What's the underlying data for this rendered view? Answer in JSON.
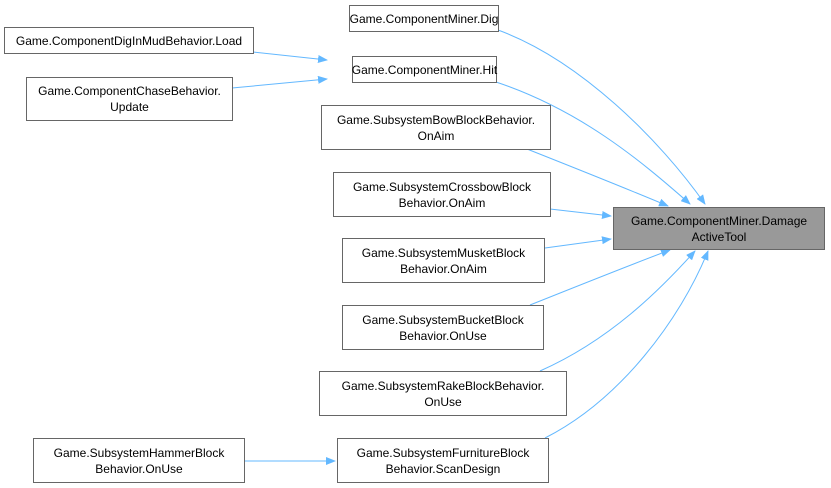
{
  "diagram": {
    "type": "call-graph",
    "edge_color": "#63b8ff",
    "target": {
      "id": "target",
      "label": "Game.ComponentMiner.Damage\nActiveTool",
      "fill": "#999999"
    },
    "nodes": [
      {
        "id": "dig",
        "label": "Game.ComponentMiner.Dig"
      },
      {
        "id": "load",
        "label": "Game.ComponentDigInMudBehavior.Load"
      },
      {
        "id": "hit",
        "label": "Game.ComponentMiner.Hit"
      },
      {
        "id": "chase",
        "label": "Game.ComponentChaseBehavior.\nUpdate"
      },
      {
        "id": "bow",
        "label": "Game.SubsystemBowBlockBehavior.\nOnAim"
      },
      {
        "id": "crossbow",
        "label": "Game.SubsystemCrossbowBlock\nBehavior.OnAim"
      },
      {
        "id": "musket",
        "label": "Game.SubsystemMusketBlock\nBehavior.OnAim"
      },
      {
        "id": "bucket",
        "label": "Game.SubsystemBucketBlock\nBehavior.OnUse"
      },
      {
        "id": "rake",
        "label": "Game.SubsystemRakeBlockBehavior.\nOnUse"
      },
      {
        "id": "furniture",
        "label": "Game.SubsystemFurnitureBlock\nBehavior.ScanDesign"
      },
      {
        "id": "hammer",
        "label": "Game.SubsystemHammerBlock\nBehavior.OnUse"
      }
    ],
    "edges": [
      [
        "dig",
        "target"
      ],
      [
        "hit",
        "target"
      ],
      [
        "bow",
        "target"
      ],
      [
        "crossbow",
        "target"
      ],
      [
        "musket",
        "target"
      ],
      [
        "bucket",
        "target"
      ],
      [
        "rake",
        "target"
      ],
      [
        "furniture",
        "target"
      ],
      [
        "load",
        "hit"
      ],
      [
        "chase",
        "hit"
      ],
      [
        "hammer",
        "furniture"
      ]
    ]
  }
}
